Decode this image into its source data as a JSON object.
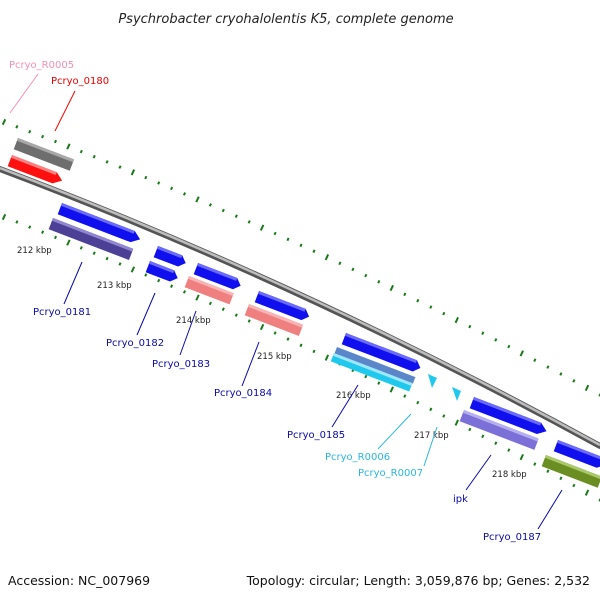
{
  "title": "Psychrobacter cryohalolentis K5, complete genome",
  "footer": {
    "accession": "Accession: NC_007969",
    "topology": "Topology: circular; Length: 3,059,876 bp; Genes: 2,532"
  },
  "ticks": [
    "212 kbp",
    "213 kbp",
    "214 kbp",
    "215 kbp",
    "216 kbp",
    "217 kbp",
    "218 kbp"
  ],
  "genes": [
    {
      "id": "Pcryo_R0005",
      "color": "#f48fb1"
    },
    {
      "id": "Pcryo_0180",
      "color": "#ee0000"
    },
    {
      "id": "Pcryo_0181",
      "color": "#0a0aa8"
    },
    {
      "id": "Pcryo_0182",
      "color": "#0a0aa8"
    },
    {
      "id": "Pcryo_0183",
      "color": "#0a0aa8"
    },
    {
      "id": "Pcryo_0184",
      "color": "#0a0aa8"
    },
    {
      "id": "Pcryo_0185",
      "color": "#0a0aa8"
    },
    {
      "id": "Pcryo_R0006",
      "color": "#2ab7e0"
    },
    {
      "id": "Pcryo_R0007",
      "color": "#2ab7e0"
    },
    {
      "id": "ipk",
      "color": "#0a0aa8"
    },
    {
      "id": "Pcryo_0187",
      "color": "#0a0aa8"
    }
  ],
  "colors": {
    "cds_arrow": "#1010ee",
    "cog_purple": "#4b3f96",
    "cog_salmon": "#f08080",
    "cog_grey": "#707070",
    "cog_lavender": "#7b6fd8",
    "cog_olive": "#6b8e23",
    "rrna_red": "#ff1010",
    "trna_cyan": "#20c8ee",
    "tick_green": "#1a7a1a",
    "backbone": "#9a9a9a"
  }
}
